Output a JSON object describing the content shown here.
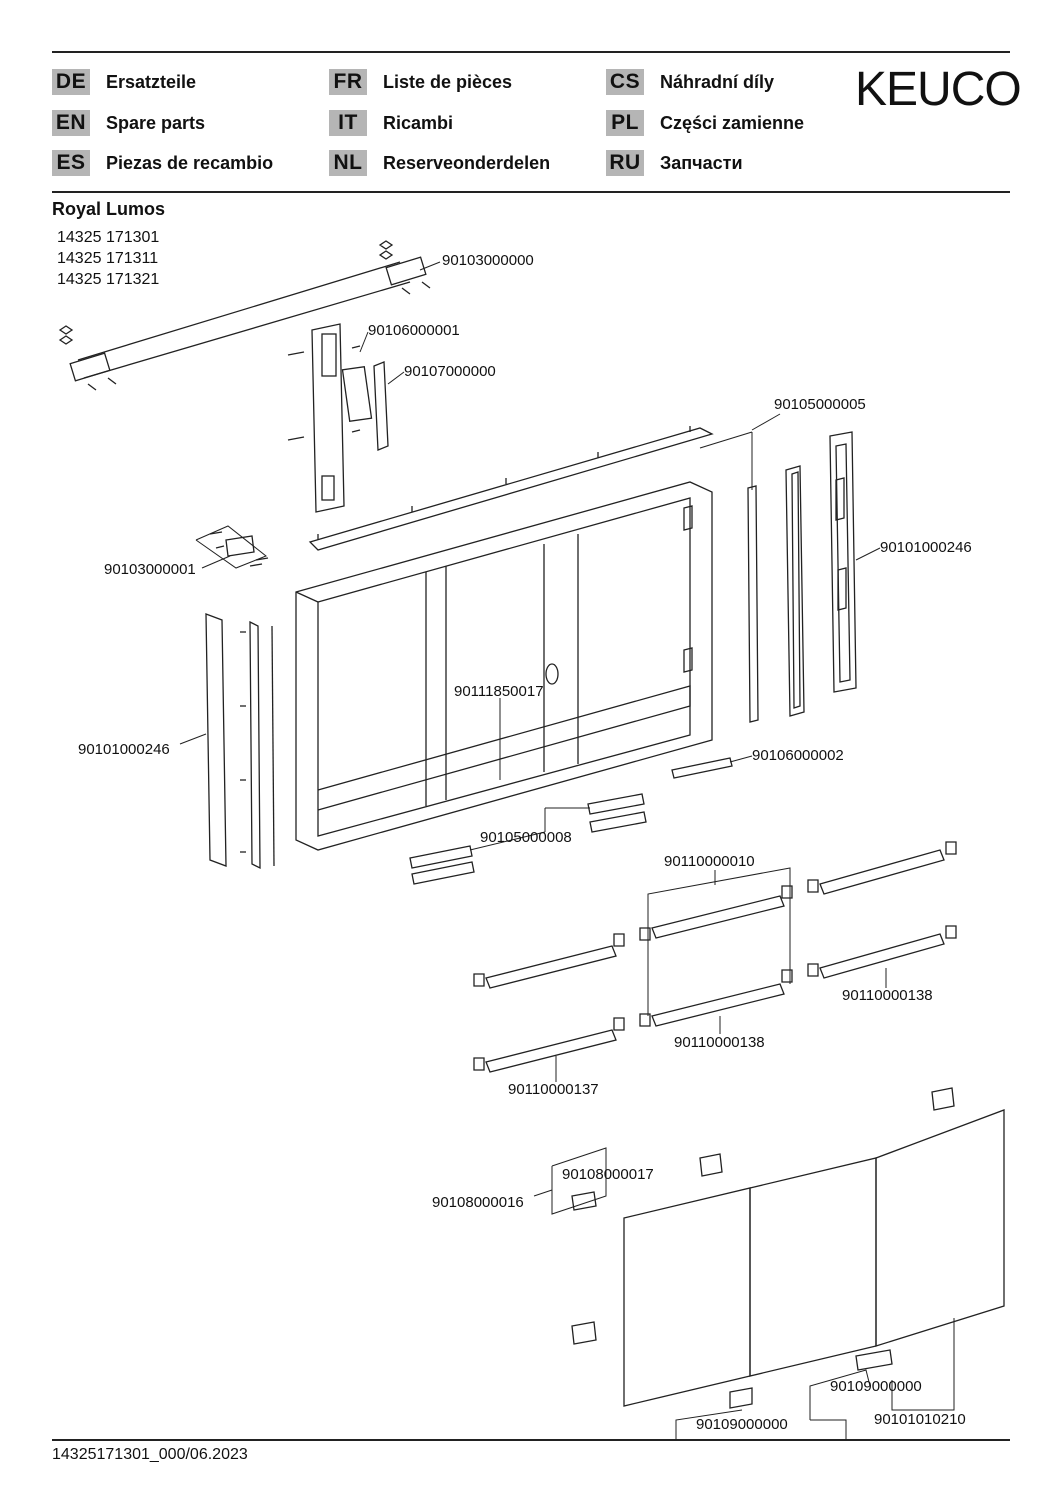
{
  "brand": "KEUCO",
  "languages": [
    {
      "code": "DE",
      "label": "Ersatzteile"
    },
    {
      "code": "EN",
      "label": "Spare parts"
    },
    {
      "code": "ES",
      "label": "Piezas de recambio"
    },
    {
      "code": "FR",
      "label": "Liste de pièces"
    },
    {
      "code": "IT",
      "label": "Ricambi"
    },
    {
      "code": "NL",
      "label": "Reserveonderdelen"
    },
    {
      "code": "CS",
      "label": "Náhradní díly"
    },
    {
      "code": "PL",
      "label": "Części zamienne"
    },
    {
      "code": "RU",
      "label": "Запчасти"
    }
  ],
  "product": {
    "title": "Royal Lumos",
    "articles": [
      "14325 171301",
      "14325 171311",
      "14325 171321"
    ]
  },
  "parts": [
    "90103000000",
    "90106000001",
    "90107000000",
    "90105000005",
    "90103000001",
    "90101000246",
    "90111850017",
    "90101000246",
    "90106000002",
    "90105000008",
    "90110000010",
    "90110000138",
    "90110000138",
    "90110000137",
    "90108000017",
    "90108000016",
    "90109000000",
    "90109000000",
    "90101010210"
  ],
  "footer": "14325171301_000/06.2023"
}
